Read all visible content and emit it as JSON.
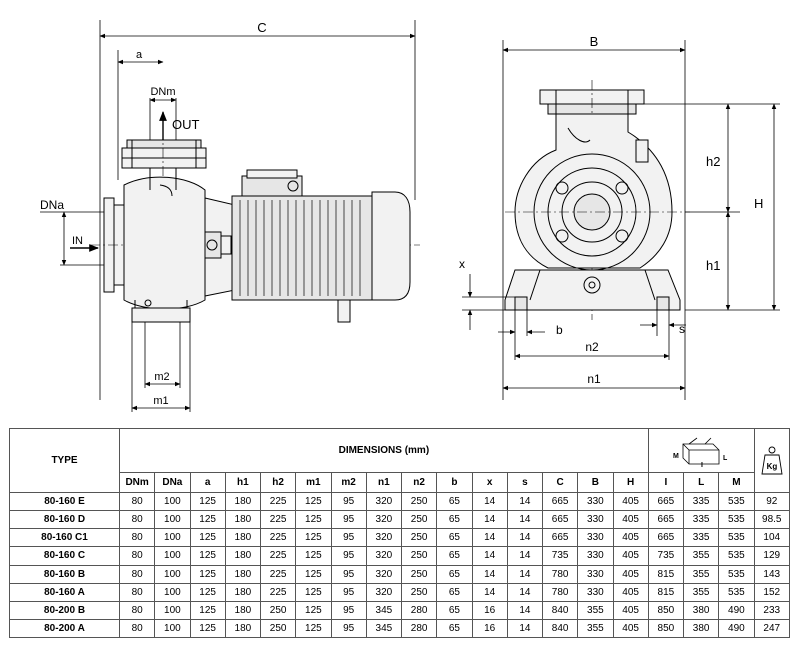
{
  "drawing": {
    "labels": {
      "c": "C",
      "a": "a",
      "dnm": "DNm",
      "out": "OUT",
      "dna": "DNa",
      "in": "IN",
      "m2": "m2",
      "m1": "m1",
      "b_upper": "B",
      "h2": "h2",
      "h_upper": "H",
      "h1": "h1",
      "x": "x",
      "b_lower": "b",
      "s": "s",
      "n2": "n2",
      "n1": "n1"
    }
  },
  "table": {
    "type_header": "TYPE",
    "dimensions_header": "DIMENSIONS (mm)",
    "columns": [
      "DNm",
      "DNa",
      "a",
      "h1",
      "h2",
      "m1",
      "m2",
      "n1",
      "n2",
      "b",
      "x",
      "s",
      "C",
      "B",
      "H",
      "I",
      "L",
      "M"
    ],
    "box_icon_labels": {
      "m": "M",
      "i": "I",
      "l": "L"
    },
    "weight_icon_label": "Kg",
    "rows": [
      {
        "type": "80-160 E",
        "values": [
          "80",
          "100",
          "125",
          "180",
          "225",
          "125",
          "95",
          "320",
          "250",
          "65",
          "14",
          "14",
          "665",
          "330",
          "405",
          "665",
          "335",
          "535",
          "92"
        ]
      },
      {
        "type": "80-160 D",
        "values": [
          "80",
          "100",
          "125",
          "180",
          "225",
          "125",
          "95",
          "320",
          "250",
          "65",
          "14",
          "14",
          "665",
          "330",
          "405",
          "665",
          "335",
          "535",
          "98.5"
        ]
      },
      {
        "type": "80-160 C1",
        "values": [
          "80",
          "100",
          "125",
          "180",
          "225",
          "125",
          "95",
          "320",
          "250",
          "65",
          "14",
          "14",
          "665",
          "330",
          "405",
          "665",
          "335",
          "535",
          "104"
        ]
      },
      {
        "type": "80-160 C",
        "values": [
          "80",
          "100",
          "125",
          "180",
          "225",
          "125",
          "95",
          "320",
          "250",
          "65",
          "14",
          "14",
          "735",
          "330",
          "405",
          "735",
          "355",
          "535",
          "129"
        ]
      },
      {
        "type": "80-160 B",
        "values": [
          "80",
          "100",
          "125",
          "180",
          "225",
          "125",
          "95",
          "320",
          "250",
          "65",
          "14",
          "14",
          "780",
          "330",
          "405",
          "815",
          "355",
          "535",
          "143"
        ]
      },
      {
        "type": "80-160 A",
        "values": [
          "80",
          "100",
          "125",
          "180",
          "225",
          "125",
          "95",
          "320",
          "250",
          "65",
          "14",
          "14",
          "780",
          "330",
          "405",
          "815",
          "355",
          "535",
          "152"
        ]
      },
      {
        "type": "80-200 B",
        "values": [
          "80",
          "100",
          "125",
          "180",
          "250",
          "125",
          "95",
          "345",
          "280",
          "65",
          "16",
          "14",
          "840",
          "355",
          "405",
          "850",
          "380",
          "490",
          "233"
        ]
      },
      {
        "type": "80-200 A",
        "values": [
          "80",
          "100",
          "125",
          "180",
          "250",
          "125",
          "95",
          "345",
          "280",
          "65",
          "16",
          "14",
          "840",
          "355",
          "405",
          "850",
          "380",
          "490",
          "247"
        ]
      }
    ]
  }
}
